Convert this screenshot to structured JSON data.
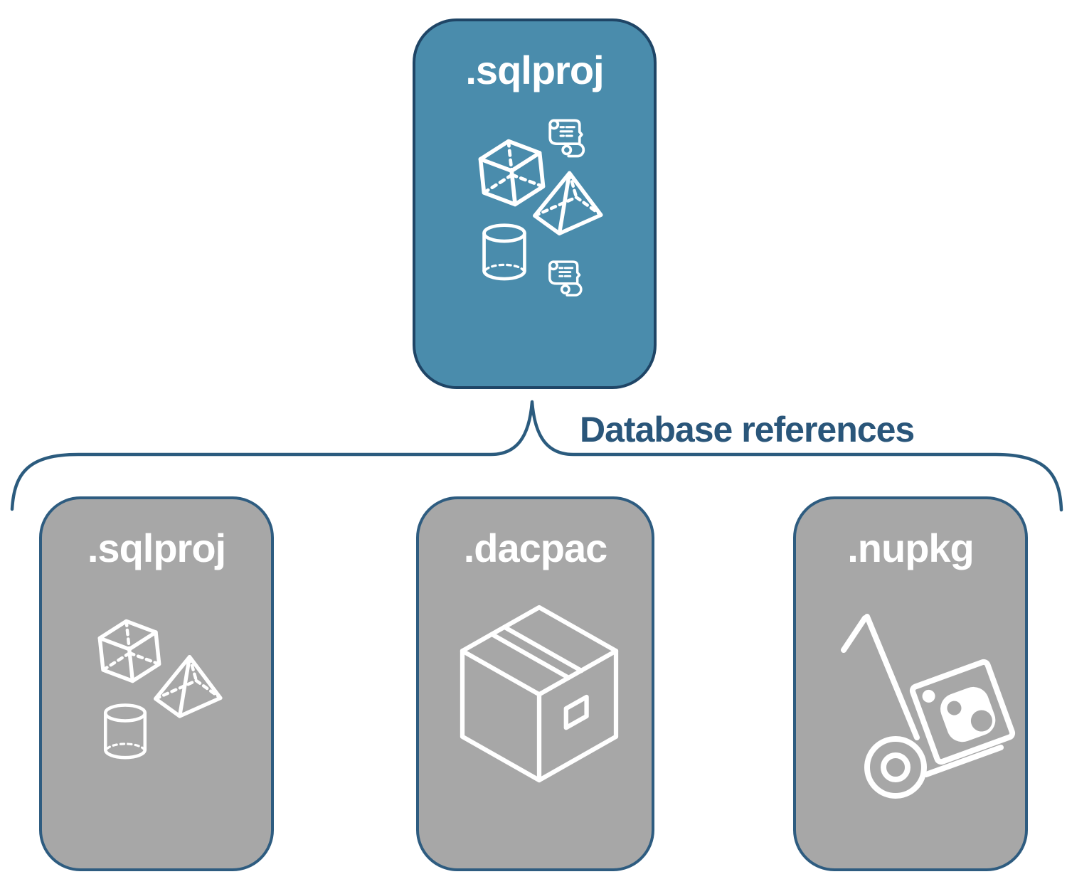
{
  "colors": {
    "root_fill": "#4A8CAC",
    "root_border": "#1F4566",
    "child_fill": "#A7A7A7",
    "child_border": "#2E5C80",
    "connector": "#2B5B7E",
    "connector_text": "#2A567A",
    "card_text": "#FFFFFF"
  },
  "root_card": {
    "label": ".sqlproj",
    "icons": [
      "cube-icon",
      "scroll-icon",
      "pyramid-icon",
      "cylinder-icon",
      "scroll-icon"
    ]
  },
  "connector": {
    "label": "Database references"
  },
  "child_cards": [
    {
      "id": "sqlproj",
      "label": ".sqlproj",
      "icons": [
        "cube-icon",
        "pyramid-icon",
        "cylinder-icon"
      ]
    },
    {
      "id": "dacpac",
      "label": ".dacpac",
      "icons": [
        "package-box-icon"
      ]
    },
    {
      "id": "nupkg",
      "label": ".nupkg",
      "icons": [
        "nuget-dolly-icon"
      ]
    }
  ]
}
